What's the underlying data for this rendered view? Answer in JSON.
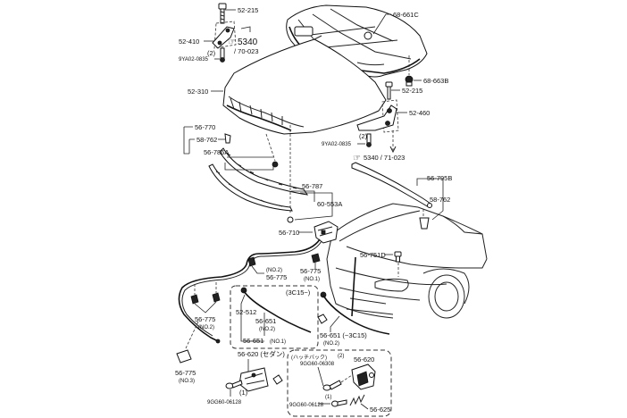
{
  "diagram": {
    "title": "Hood / Bonnet assembly parts diagram",
    "labels": {
      "p52_215_top": "52-215",
      "p52_410": "52-410",
      "ref_5340_70": "5340",
      "ref_70_023": "/ 70-023",
      "qty2_left": "(2)",
      "p9YA02_left": "9YA02-0835",
      "p52_310": "52-310",
      "p68_661C": "68-661C",
      "p68_663B": "68-663B",
      "p52_215_right": "52-215",
      "p52_460": "52-460",
      "qty2_right": "(2)",
      "p9YA02_right": "9YA02-0835",
      "ref_5340_71": "5340 / 71-023",
      "p56_770": "56-770",
      "p58_762_left": "58-762",
      "p56_786A": "56-786A",
      "p56_787": "56-787",
      "p60_553A": "60-553A",
      "p56_795B": "56-795B",
      "p58_762_right": "58-762",
      "p56_710": "56-710",
      "p56_751D": "56-751D",
      "no2_a": "(NO.2)",
      "p56_775_a": "56-775",
      "p56_775_b": "56-775",
      "no1_b": "(NO.1)",
      "box_3c15": "(3C15−)",
      "p52_512": "52-512",
      "p56_651_no2": "56-651",
      "no2_651": "(NO.2)",
      "p56_651_no1": "56-651",
      "no1_651": "(NO.1)",
      "p56_775_c": "56-775",
      "no2_c": "(NO.2)",
      "p56_651_3c15": "56-651 (−3C15)",
      "no2_3c15": "(NO.2)",
      "p56_775_d": "56-775",
      "no3_d": "(NO.3)",
      "p56_620_sedan": "56-620 (セダン)",
      "qty1_sedan": "(1)",
      "p9GG60_sedan": "9GG60-06128",
      "hatchback": "(ハッチバック)",
      "qty2_hb": "(2)",
      "p9GG60_06308": "9GG60-06308",
      "p56_620_hb": "56-620",
      "qty1_hb": "(1)",
      "p9GG60_hb": "9GG60-06128",
      "p56_625": "56-625"
    }
  }
}
